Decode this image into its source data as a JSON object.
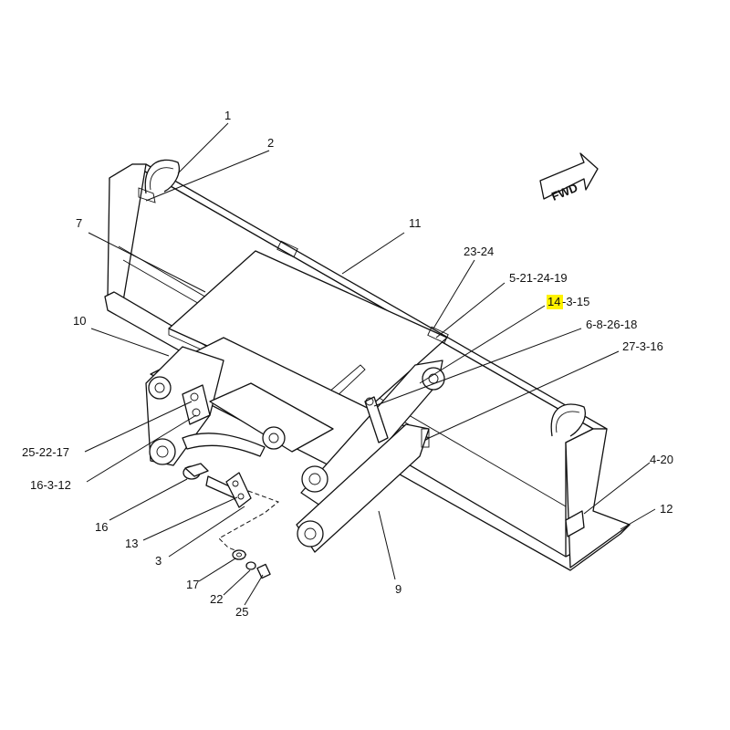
{
  "fwd_label": "FWD",
  "highlight_color": "#fff200",
  "callouts": {
    "c1": "1",
    "c2": "2",
    "c7": "7",
    "c11": "11",
    "c23_24": "23-24",
    "c5_21_24_19": "5-21-24-19",
    "c14_highlight": "14",
    "c14_rest": "-3-15",
    "c6_8_26_18": "6-8-26-18",
    "c27_3_16": "27-3-16",
    "c10": "10",
    "c25_22_17": "25-22-17",
    "c16_3_12": "16-3-12",
    "c16": "16",
    "c13": "13",
    "c3": "3",
    "c17": "17",
    "c22": "22",
    "c25": "25",
    "c9": "9",
    "c4_20": "4-20",
    "c12": "12"
  }
}
